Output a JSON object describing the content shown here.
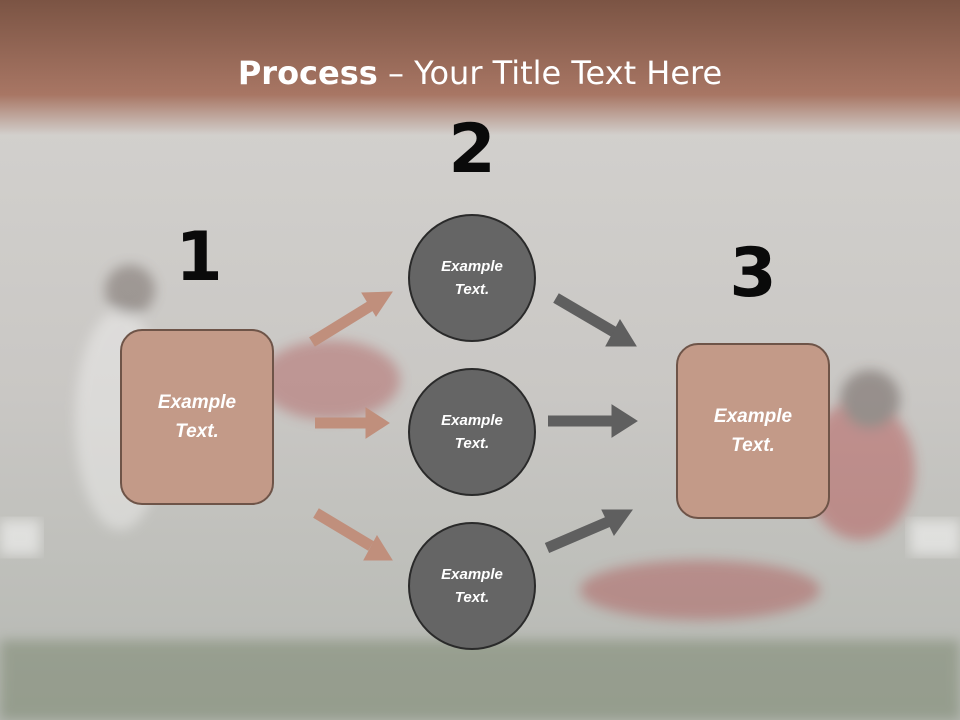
{
  "title": {
    "bold": "Process",
    "rest": " – Your Title Text Here"
  },
  "steps": [
    {
      "number": "1",
      "label": "Example\nText."
    },
    {
      "number": "2",
      "label": ""
    },
    {
      "number": "3",
      "label": "Example\nText."
    }
  ],
  "circles": [
    {
      "label": "Example\nText."
    },
    {
      "label": "Example\nText."
    },
    {
      "label": "Example\nText."
    }
  ],
  "colors": {
    "header": "#8a5f4e",
    "box_fill": "#c39a88",
    "box_border": "#6e5448",
    "circle_fill": "#656565",
    "arrow_left": "#c08f7c",
    "arrow_right": "#5f5f5f"
  }
}
